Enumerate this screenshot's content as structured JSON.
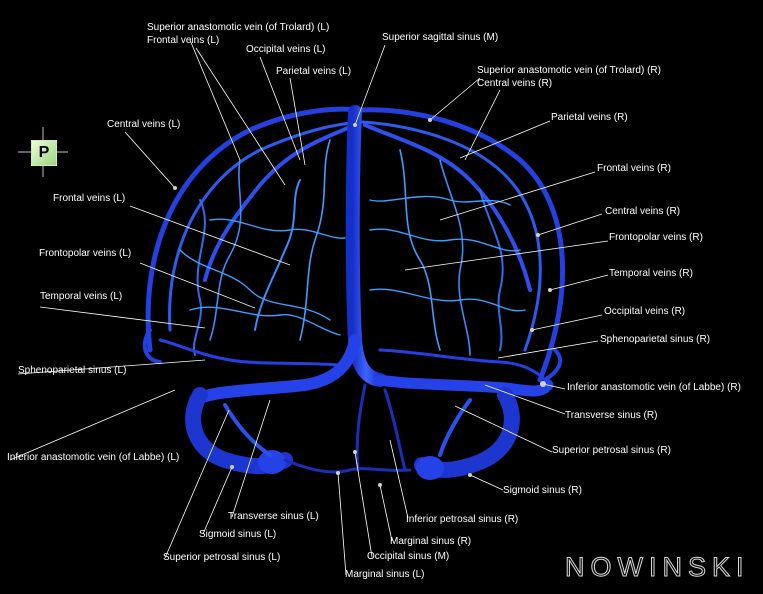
{
  "labels": {
    "superior_anastomotic_l": "Superior anastomotic vein (of Trolard) (L)",
    "frontal_l_top": "Frontal veins (L)",
    "occipital_l": "Occipital veins (L)",
    "parietal_l": "Parietal veins (L)",
    "superior_sagittal": "Superior sagittal sinus (M)",
    "superior_anastomotic_r": "Superior anastomotic vein (of Trolard) (R)",
    "central_r_top": "Central veins (R)",
    "parietal_r": "Parietal veins (R)",
    "central_l": "Central veins (L)",
    "frontal_r": "Frontal veins (R)",
    "central_r": "Central veins (R)",
    "frontal_l": "Frontal veins (L)",
    "frontopolar_r": "Frontopolar veins (R)",
    "frontopolar_l": "Frontopolar veins (L)",
    "temporal_r": "Temporal veins (R)",
    "temporal_l": "Temporal veins (L)",
    "occipital_r": "Occipital veins (R)",
    "sphenoparietal_r": "Sphenoparietal sinus (R)",
    "sphenoparietal_l": "Sphenoparietal sinus (L)",
    "inferior_anastomotic_r": "Inferior anastomotic vein (of Labbe) (R)",
    "transverse_r": "Transverse sinus (R)",
    "inferior_anastomotic_l": "Inferior anastomotic vein (of Labbe) (L)",
    "superior_petrosal_r": "Superior petrosal sinus (R)",
    "sigmoid_r": "Sigmoid sinus (R)",
    "inferior_petrosal_r": "Inferior petrosal sinus (R)",
    "transverse_l": "Transverse sinus (L)",
    "sigmoid_l": "Sigmoid sinus (L)",
    "marginal_r": "Marginal sinus (R)",
    "occipital_m": "Occipital sinus (M)",
    "superior_petrosal_l": "Superior petrosal sinus (L)",
    "marginal_l": "Marginal sinus (L)"
  },
  "orientation": {
    "letter": "P"
  },
  "brand": {
    "name": "NOWINSKI"
  },
  "colors": {
    "background": "#000000",
    "vein_dark": "#1a2fd6",
    "vein_mid": "#2f5df0",
    "vein_light": "#3fa0ff",
    "label_text": "#ffffff"
  }
}
